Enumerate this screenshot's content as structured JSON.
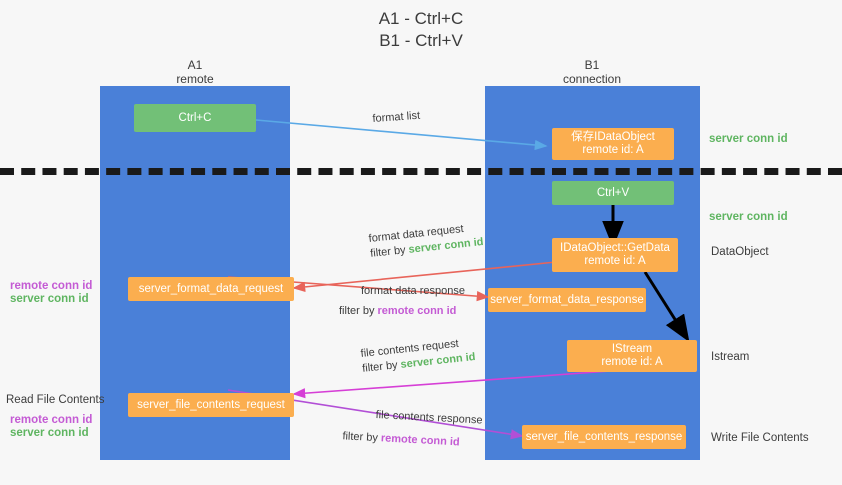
{
  "title": {
    "line1": "A1 - Ctrl+C",
    "line2": "B1 - Ctrl+V"
  },
  "columns": [
    {
      "name": "A1",
      "sub": "remote"
    },
    {
      "name": "B1",
      "sub": "connection"
    }
  ],
  "nodes": {
    "ctrl_c": "Ctrl+C",
    "ctrl_v": "Ctrl+V",
    "save_idataobject_l1": "保存IDataObject",
    "save_idataobject_l2": "remote id: A",
    "getdata_l1": "IDataObject::GetData",
    "getdata_l2": "remote id: A",
    "istream_l1": "IStream",
    "istream_l2": "remote id: A",
    "server_format_data_request": "server_format_data_request",
    "server_format_data_response": "server_format_data_response",
    "server_file_contents_request": "server_file_contents_request",
    "server_file_contents_response": "server_file_contents_response"
  },
  "edges": {
    "format_list": "format list",
    "format_data_request": "format data request",
    "format_data_request_filter_prefix": "filter by ",
    "format_data_request_filter_key": "server conn id",
    "format_data_response": "format data response",
    "format_data_response_filter_prefix": "filter by ",
    "format_data_response_filter_key": "remote conn id",
    "file_contents_request": "file contents request",
    "file_contents_request_filter_prefix": "filter by ",
    "file_contents_request_filter_key": "server conn id",
    "file_contents_response": "file contents response",
    "file_contents_response_filter_prefix": "filter by ",
    "file_contents_response_filter_key": "remote conn id"
  },
  "annotations": {
    "right_server_conn_id_top": "server conn id",
    "right_server_conn_id_mid": "server conn id",
    "right_dataobject": "DataObject",
    "right_istream": "Istream",
    "right_write_file_contents": "Write File Contents",
    "left_remote_conn_id_1": "remote conn id",
    "left_server_conn_id_1": "server conn id",
    "left_read_file_contents": "Read File Contents",
    "left_remote_conn_id_2": "remote conn id",
    "left_server_conn_id_2": "server conn id"
  },
  "colors": {
    "lane": "#4a80d8",
    "green_node": "#72c077",
    "orange_node": "#fbae4f",
    "server_conn_id": "#5fb561",
    "remote_conn_id": "#c45bd4",
    "arrow_blue": "#5aa9e6",
    "arrow_red": "#e8645a",
    "arrow_magenta": "#d63fd6",
    "arrow_purple": "#a64fd6",
    "arrow_black": "#000000",
    "dashed_line": "#1a1a1a",
    "background": "#f7f7f7"
  }
}
